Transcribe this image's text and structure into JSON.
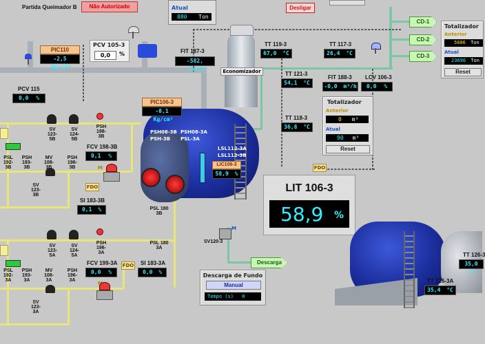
{
  "top": {
    "status_label": "Partida Queimador B",
    "status_value": "Não Autorizado",
    "desligar": "Desligar",
    "top_total_label": "Atual",
    "top_total_value": "880",
    "top_total_unit": "Ton"
  },
  "pic110": {
    "tag": "PIC110",
    "value": "-2,5",
    "unit": "Kg/cm²"
  },
  "pcv115": {
    "tag": "PCV 115",
    "value": "0,0",
    "unit": "%"
  },
  "pcv105": {
    "tag": "PCV 105-3",
    "value": "0,0",
    "unit": "%"
  },
  "fit187": {
    "tag": "FIT 187-3",
    "value": "-582,",
    "unit": "Ton/h"
  },
  "economizador": "Economizador",
  "tt119": {
    "tag": "TT 119-3",
    "value": "67,0",
    "unit": "°C"
  },
  "tt117": {
    "tag": "TT 117-3",
    "value": "26,4",
    "unit": "°C"
  },
  "tt121": {
    "tag": "TT 121-3",
    "value": "54,1",
    "unit": "°C"
  },
  "fit188": {
    "tag": "FIT 188-3",
    "value": "-0,0",
    "unit": "m³/h"
  },
  "lcv106": {
    "tag": "LCV 106-3",
    "value": "0,0",
    "unit": "%"
  },
  "tt118": {
    "tag": "TT 118-3",
    "value": "36,8",
    "unit": "°C"
  },
  "totalizador_mid": {
    "title": "Totalizador",
    "anterior_label": "Anterior",
    "anterior_value": "0",
    "anterior_unit": "m³",
    "atual_label": "Atual",
    "atual_value": "90",
    "atual_unit": "m³",
    "reset": "Reset"
  },
  "totalizador_right": {
    "title": "Totalizador",
    "anterior_label": "Anterior",
    "anterior_value": "5606",
    "anterior_unit": "Ton",
    "atual_label": "Atual",
    "atual_value": "23696",
    "atual_unit": "Ton",
    "reset": "Reset"
  },
  "cd_arrows": [
    "CD-1",
    "CD-2",
    "CD-3"
  ],
  "pic106": {
    "tag": "PIC106-3",
    "value": "-0,1",
    "unit": "Kg/cm²"
  },
  "boiler_tags": [
    "PSH08-3B",
    "PSH08-3A",
    "PSH-3B",
    "PSL-3A"
  ],
  "lsl": [
    "LSL112-3A",
    "LSL112-3B"
  ],
  "lic106": {
    "tag": "LIC106-3",
    "value": "58,9",
    "unit": "%"
  },
  "lit": {
    "title": "LIT 106-3",
    "value": "58,9",
    "unit": "%"
  },
  "fdo_labels": [
    "FDO",
    "FDO",
    "FDO"
  ],
  "left_top": {
    "sv1": "SV 123-5B",
    "sv2": "SV 124-5B",
    "psh": "PSH 198-3B",
    "psl": "PSL 192-3B",
    "psh2": "PSH 193-3B",
    "mv": "MV 108-3B",
    "psh3": "PSH 196-3B",
    "sv3": "SV 123-3B",
    "fcv": "FCV 198-3B",
    "fcv_value": "0,1",
    "fcv_unit": "%",
    "si": "SI 183-3B",
    "si_value": "0,1",
    "si_unit": "%",
    "m": "M"
  },
  "left_bottom": {
    "sv1": "SV 123-5A",
    "sv2": "SV 124-5A",
    "psh": "PSH 196-3A",
    "psl": "PSL 192-3A",
    "psh2": "PSH 193-3A",
    "mv": "MV 108-3A",
    "psh3": "PSH 196-3A",
    "sv3": "SV 123-3A",
    "fcv": "FCV 199-3A",
    "fcv_value": "0,0",
    "fcv_unit": "%",
    "si": "SI 183-3A",
    "si_value": "0,0",
    "si_unit": "%",
    "m": "M"
  },
  "psl180b": "PSL 180 3B",
  "psl180a": "PSL 180 3A",
  "sv120": "SV120-3",
  "m_label": "M",
  "descarga_arrow": "Descarga",
  "descarga_fundo": {
    "title": "Descarga de Fundo",
    "mode": "Manual",
    "tempo_label": "Tempo (s)",
    "tempo_value": "0"
  },
  "tt126": {
    "tag": "TT 126-3A",
    "value": "35,4",
    "unit": "°C"
  },
  "tt128": {
    "tag": "TT 126-3",
    "value": "35,0",
    "unit": "°C"
  },
  "colors": {
    "accent_cyan": "#2ef0ff",
    "status_red": "#e43a3a",
    "pic_orange": "#f6c48d",
    "boiler_blue": "#1c2e9e"
  }
}
